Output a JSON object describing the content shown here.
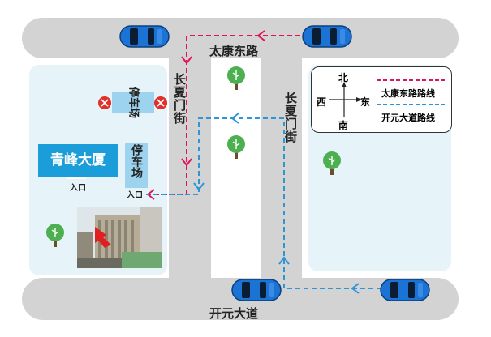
{
  "roads": {
    "top": "太康东路",
    "bottom": "开元大道",
    "left_vertical": "长夏门街",
    "right_vertical": "长夏门街"
  },
  "buildings": {
    "main": "青峰大厦",
    "main_entrance": "入口",
    "parking_top": "停车场",
    "parking_mid": "停车场",
    "parking_entrance": "入口"
  },
  "compass": {
    "north": "北",
    "south": "南",
    "west": "西",
    "east": "东"
  },
  "legend": {
    "route1": "太康东路路线",
    "route2": "开元大道路线",
    "route1_color": "#e0145a",
    "route2_color": "#2e95d6"
  },
  "colors": {
    "road": "#d3d3d3",
    "block": "#e6f4fa",
    "building": "#1a9dd9",
    "parking": "#9dd3ee",
    "car": "#1b73d6",
    "tree": "#4caf50"
  },
  "icons": [
    "car-icon",
    "tree-icon",
    "no-entry-icon",
    "arrow-icon",
    "photo-image"
  ]
}
